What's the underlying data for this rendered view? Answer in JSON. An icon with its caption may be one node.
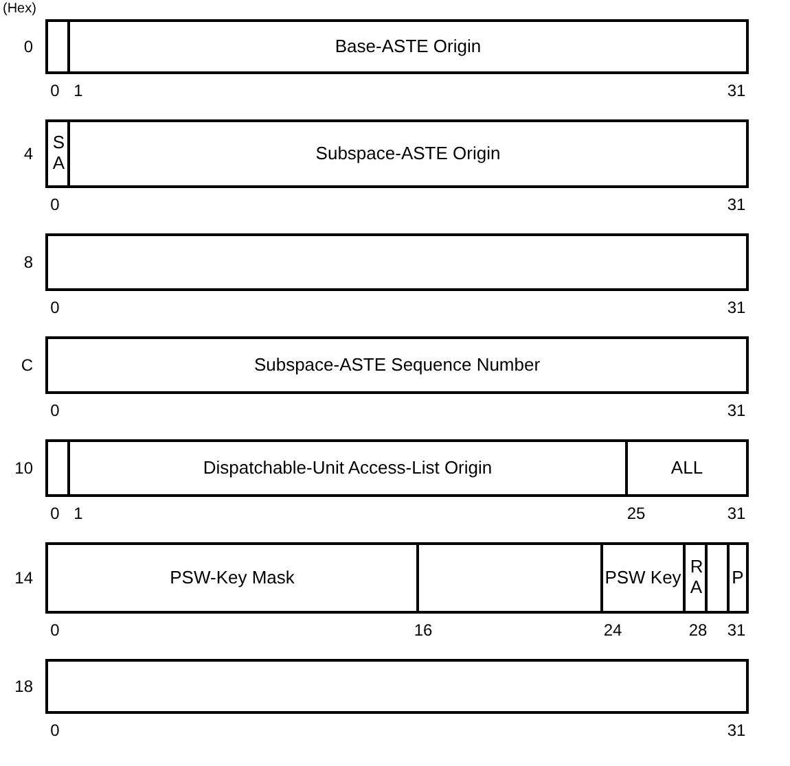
{
  "diagram": {
    "nodes": [
      {
        "text": [],
        "shape": "box"
      },
      {
        "text": [
          "Base-ASTE Origin"
        ]
      },
      {
        "text": [
          "SA"
        ]
      },
      {
        "text": [
          "Subspace-ASTE Origin"
        ]
      },
      {
        "text": [],
        "shape": "box"
      },
      {
        "text": [
          "Subspace-ASTE Sequence Number"
        ]
      },
      {
        "text": [],
        "shape": "box"
      },
      {
        "text": [
          "Dispatchable-Unit Access-List Origin"
        ]
      },
      {
        "text": [
          "ALL"
        ]
      },
      {
        "text": [
          "PSW-Key Mask"
        ]
      },
      {
        "text": [],
        "shape": "box"
      },
      {
        "text": [
          "PSW Key"
        ]
      },
      {
        "text": [
          "RA"
        ]
      },
      {
        "text": [],
        "shape": "box"
      },
      {
        "text": [
          "P"
        ]
      },
      {
        "text": [],
        "shape": "box"
      }
    ],
    "labels": [
      "(Hex)",
      "0",
      "0",
      "1",
      "31",
      "4",
      "0",
      "31",
      "8",
      "0",
      "31",
      "C",
      "0",
      "31",
      "10",
      "0",
      "1",
      "25",
      "31",
      "14",
      "0",
      "16",
      "24",
      "28",
      "31",
      "18",
      "0",
      "31"
    ]
  }
}
